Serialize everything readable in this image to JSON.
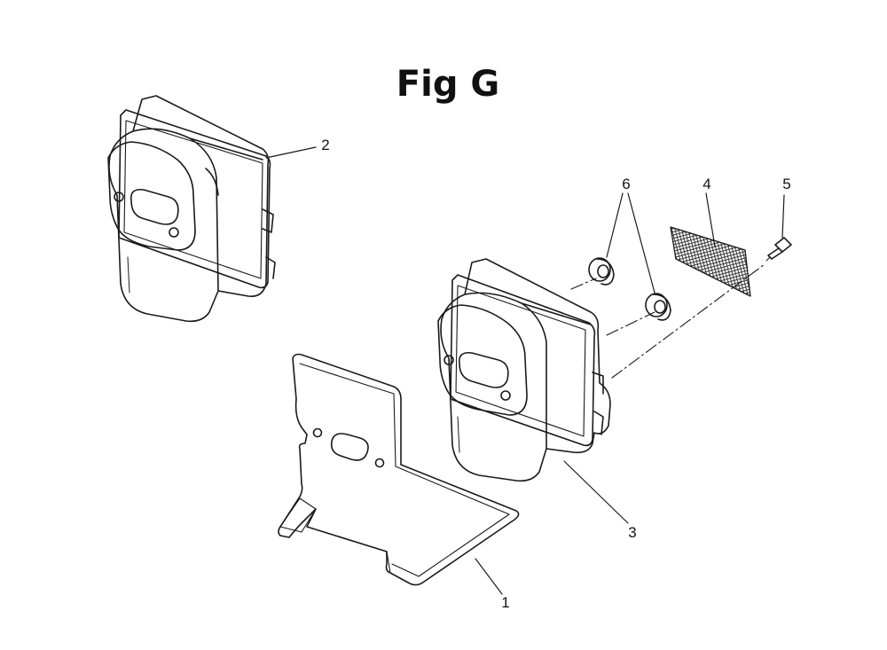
{
  "figure": {
    "title": "Fig G"
  },
  "parts": [
    {
      "id": "1",
      "label": "1"
    },
    {
      "id": "2",
      "label": "2"
    },
    {
      "id": "3",
      "label": "3"
    },
    {
      "id": "4",
      "label": "4"
    },
    {
      "id": "5",
      "label": "5"
    },
    {
      "id": "6",
      "label": "6"
    }
  ],
  "colors": {
    "line": "#1a1a1a",
    "background": "#ffffff"
  }
}
